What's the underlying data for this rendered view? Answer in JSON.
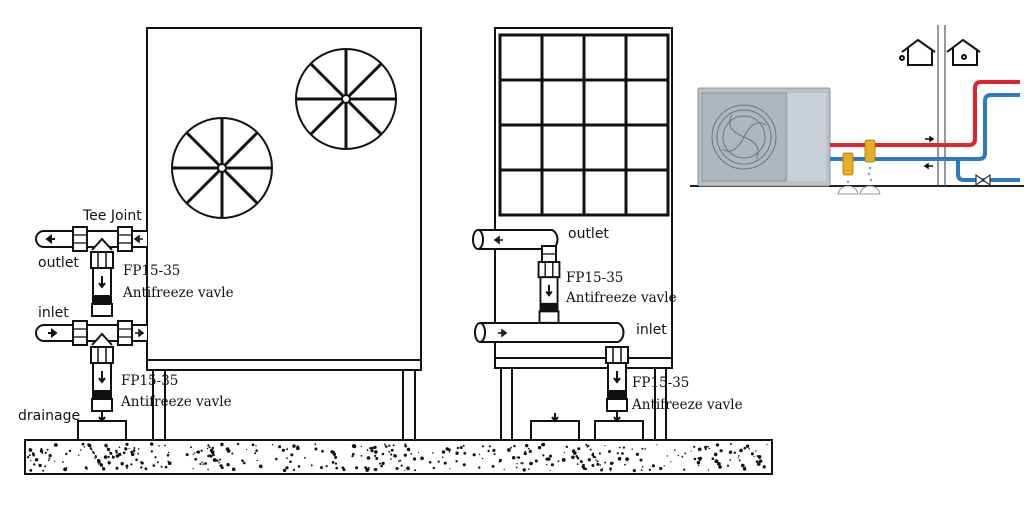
{
  "left_unit": {
    "tee_joint_label": "Tee Joint",
    "outlet_label": "outlet",
    "inlet_label": "inlet",
    "drainage_label": "drainage",
    "valve_top": {
      "model": "FP15-35",
      "name": "Antifreeze vavle"
    },
    "valve_bottom": {
      "model": "FP15-35",
      "name": "Antifreeze vavle"
    }
  },
  "right_unit": {
    "outlet_label": "outlet",
    "inlet_label": "inlet",
    "valve_top": {
      "model": "FP15-35",
      "name": "Antifreeze vavle"
    },
    "valve_bottom": {
      "model": "FP15-35",
      "name": "Antifreeze vavle"
    }
  },
  "colors": {
    "hot_pipe": "#e0242b",
    "cold_pipe": "#2b7bc4",
    "valve": "#e8b020",
    "unit": "#b9c2c9"
  }
}
